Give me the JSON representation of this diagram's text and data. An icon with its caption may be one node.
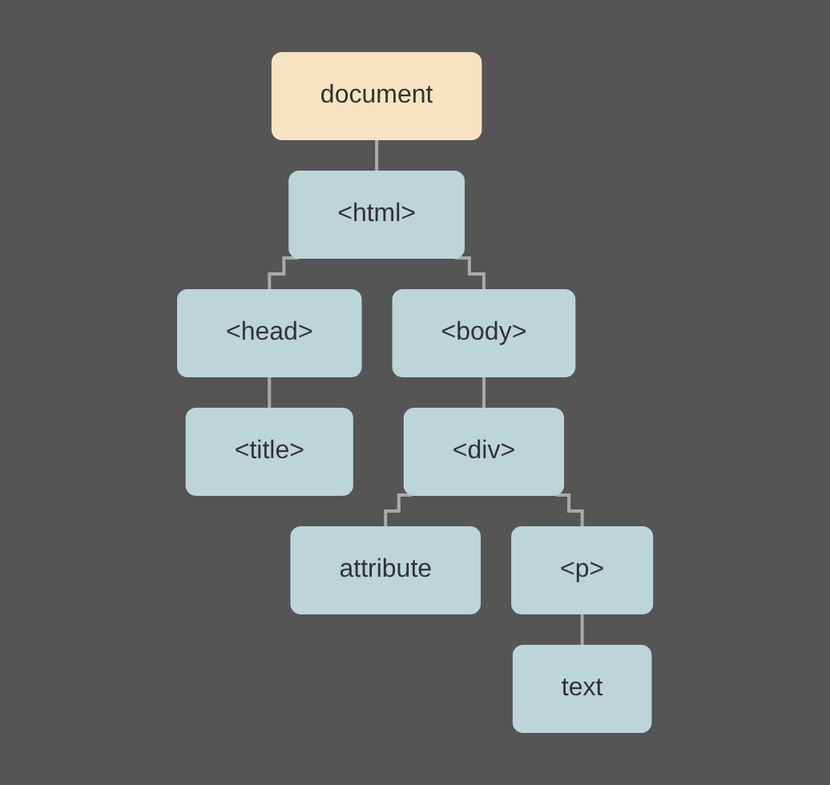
{
  "diagram": {
    "nodes": [
      {
        "text": [
          "document"
        ]
      },
      {
        "text": [
          "<html>"
        ]
      },
      {
        "text": [
          "<head>"
        ]
      },
      {
        "text": [
          "<body>"
        ]
      },
      {
        "text": [
          "<title>"
        ]
      },
      {
        "text": [
          "<div>"
        ]
      },
      {
        "text": [
          "attribute"
        ]
      },
      {
        "text": [
          "<p>"
        ]
      },
      {
        "text": [
          "text"
        ]
      }
    ],
    "edges": [
      {
        "from": 0,
        "to": 1,
        "arrow": "none"
      },
      {
        "from": 1,
        "to": 2,
        "arrow": "none"
      },
      {
        "from": 1,
        "to": 3,
        "arrow": "none"
      },
      {
        "from": 2,
        "to": 4,
        "arrow": "none"
      },
      {
        "from": 3,
        "to": 5,
        "arrow": "none"
      },
      {
        "from": 5,
        "to": 6,
        "arrow": "none"
      },
      {
        "from": 5,
        "to": 7,
        "arrow": "none"
      },
      {
        "from": 7,
        "to": 8,
        "arrow": "none"
      }
    ]
  }
}
